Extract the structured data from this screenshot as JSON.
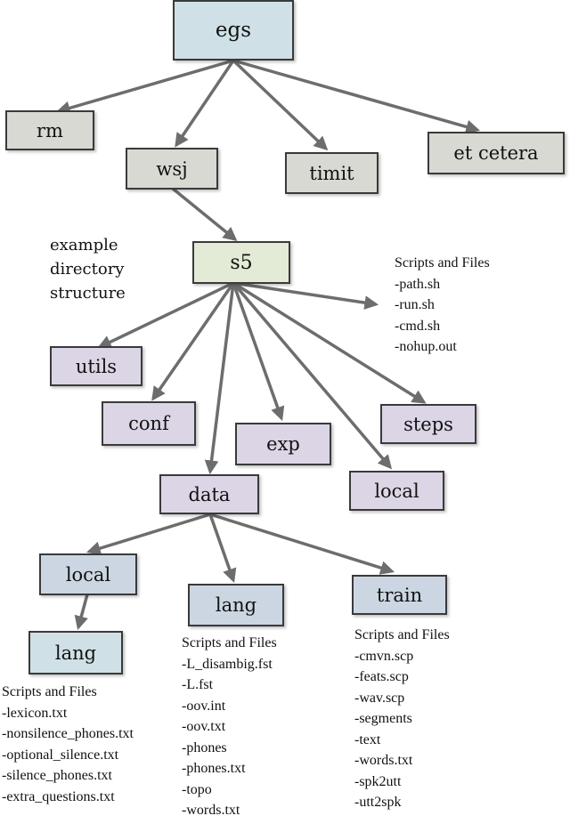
{
  "nodes": {
    "egs": "egs",
    "rm": "rm",
    "wsj": "wsj",
    "timit": "timit",
    "etcetera": "et cetera",
    "s5": "s5",
    "utils": "utils",
    "conf": "conf",
    "exp": "exp",
    "steps": "steps",
    "local_top": "local",
    "data": "data",
    "local_data": "local",
    "lang_local": "lang",
    "lang": "lang",
    "train": "train"
  },
  "caption": [
    "example",
    "directory",
    "structure"
  ],
  "s5_files": {
    "title": "Scripts and Files",
    "items": [
      "-path.sh",
      "-run.sh",
      "-cmd.sh",
      "-nohup.out"
    ]
  },
  "local_lang_files": {
    "title": "Scripts and Files",
    "items": [
      "-lexicon.txt",
      "-nonsilence_phones.txt",
      "-optional_silence.txt",
      "-silence_phones.txt",
      "-extra_questions.txt"
    ]
  },
  "lang_files": {
    "title": "Scripts and Files",
    "items": [
      "-L_disambig.fst",
      "-L.fst",
      "-oov.int",
      "-oov.txt",
      "-phones",
      "-phones.txt",
      "-topo",
      "-words.txt"
    ]
  },
  "train_files": {
    "title": "Scripts and Files",
    "items": [
      "-cmvn.scp",
      "-feats.scp",
      "-wav.scp",
      "-segments",
      "-text",
      "-words.txt",
      "-spk2utt",
      "-utt2spk"
    ]
  }
}
